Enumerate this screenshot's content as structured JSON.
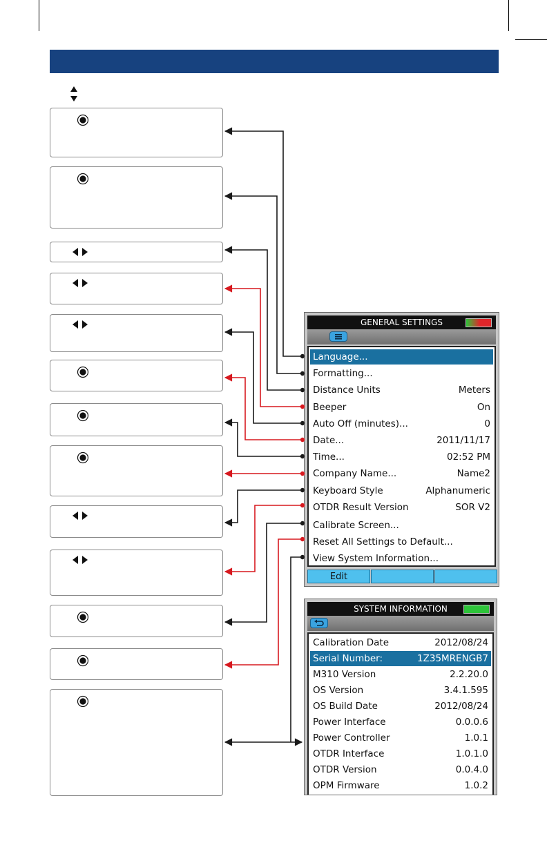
{
  "page": {
    "accent_color": "#17427f",
    "connector_black": "#1a1a1a",
    "connector_red": "#d7191f"
  },
  "general_settings": {
    "title": "GENERAL SETTINGS",
    "toolbar_icon": "menu-icon",
    "items": [
      {
        "label": "Language...",
        "value": ""
      },
      {
        "label": "Formatting...",
        "value": ""
      },
      {
        "label": "Distance Units",
        "value": "Meters"
      },
      {
        "label": "Beeper",
        "value": "On"
      },
      {
        "label": "Auto Off (minutes)...",
        "value": "0"
      },
      {
        "label": "Date...",
        "value": "2011/11/17"
      },
      {
        "label": "Time...",
        "value": "02:52 PM"
      },
      {
        "label": "Company Name...",
        "value": "Name2"
      },
      {
        "label": "Keyboard Style",
        "value": "Alphanumeric"
      },
      {
        "label": "OTDR Result Version",
        "value": "SOR V2"
      },
      {
        "label": "Calibrate Screen...",
        "value": ""
      },
      {
        "label": "Reset All Settings to Default...",
        "value": ""
      },
      {
        "label": "View System Information...",
        "value": ""
      }
    ],
    "selected_index": 0,
    "softkeys": [
      "Edit",
      "",
      ""
    ]
  },
  "system_information": {
    "title": "SYSTEM INFORMATION",
    "toolbar_icon": "back-icon",
    "items": [
      {
        "label": "Calibration Date",
        "value": "2012/08/24"
      },
      {
        "label": "Serial Number:",
        "value": "1Z35MRENGB7"
      },
      {
        "label": "M310 Version",
        "value": "2.2.20.0"
      },
      {
        "label": "OS Version",
        "value": "3.4.1.595"
      },
      {
        "label": "OS Build Date",
        "value": "2012/08/24"
      },
      {
        "label": "Power Interface",
        "value": "0.0.0.6"
      },
      {
        "label": "Power Controller",
        "value": "1.0.1"
      },
      {
        "label": "OTDR Interface",
        "value": "1.0.1.0"
      },
      {
        "label": "OTDR Version",
        "value": "0.0.4.0"
      },
      {
        "label": "OPM Firmware",
        "value": "1.0.2"
      }
    ],
    "selected_index": 1
  },
  "callouts": [
    {
      "icon": "select-button-icon"
    },
    {
      "icon": "select-button-icon"
    },
    {
      "icon": "left-right-arrows-icon"
    },
    {
      "icon": "left-right-arrows-icon"
    },
    {
      "icon": "left-right-arrows-icon"
    },
    {
      "icon": "select-button-icon"
    },
    {
      "icon": "select-button-icon"
    },
    {
      "icon": "select-button-icon"
    },
    {
      "icon": "left-right-arrows-icon"
    },
    {
      "icon": "left-right-arrows-icon"
    },
    {
      "icon": "select-button-icon"
    },
    {
      "icon": "select-button-icon"
    },
    {
      "icon": "select-button-icon"
    }
  ]
}
